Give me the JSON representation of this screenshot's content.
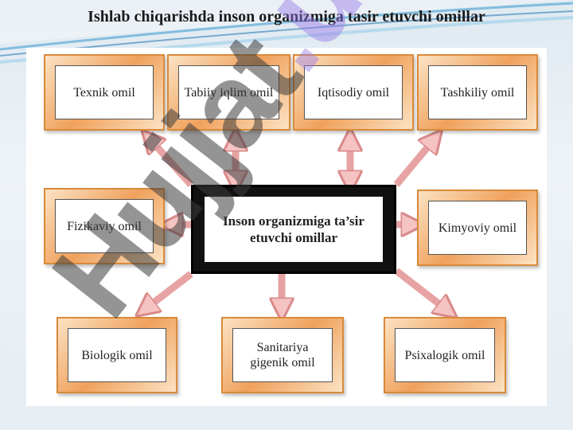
{
  "title": "Ishlab chiqarishda inson organizmiga tasir etuvchi omillar",
  "center": {
    "label": "Inson organizmiga ta’sir etuvchi omillar"
  },
  "factors": [
    {
      "label": "Texnik omil"
    },
    {
      "label": "Tabiiy iqlim omil"
    },
    {
      "label": "Iqtisodiy omil"
    },
    {
      "label": "Tashkiliy omil"
    },
    {
      "label": "Fizikaviy omil"
    },
    {
      "label": "Kimyoviy omil"
    },
    {
      "label": "Biologik omil"
    },
    {
      "label": "Sanitariya gigenik omil"
    },
    {
      "label": "Psixalogik omil"
    }
  ],
  "watermark": {
    "part1": "Hujjat",
    "part2": ".uz"
  },
  "colors": {
    "frame": "#f0a15c",
    "frame_border": "#d98a3a",
    "arrow_fill": "#f6c3c3",
    "arrow_stroke": "#d98a8a"
  }
}
